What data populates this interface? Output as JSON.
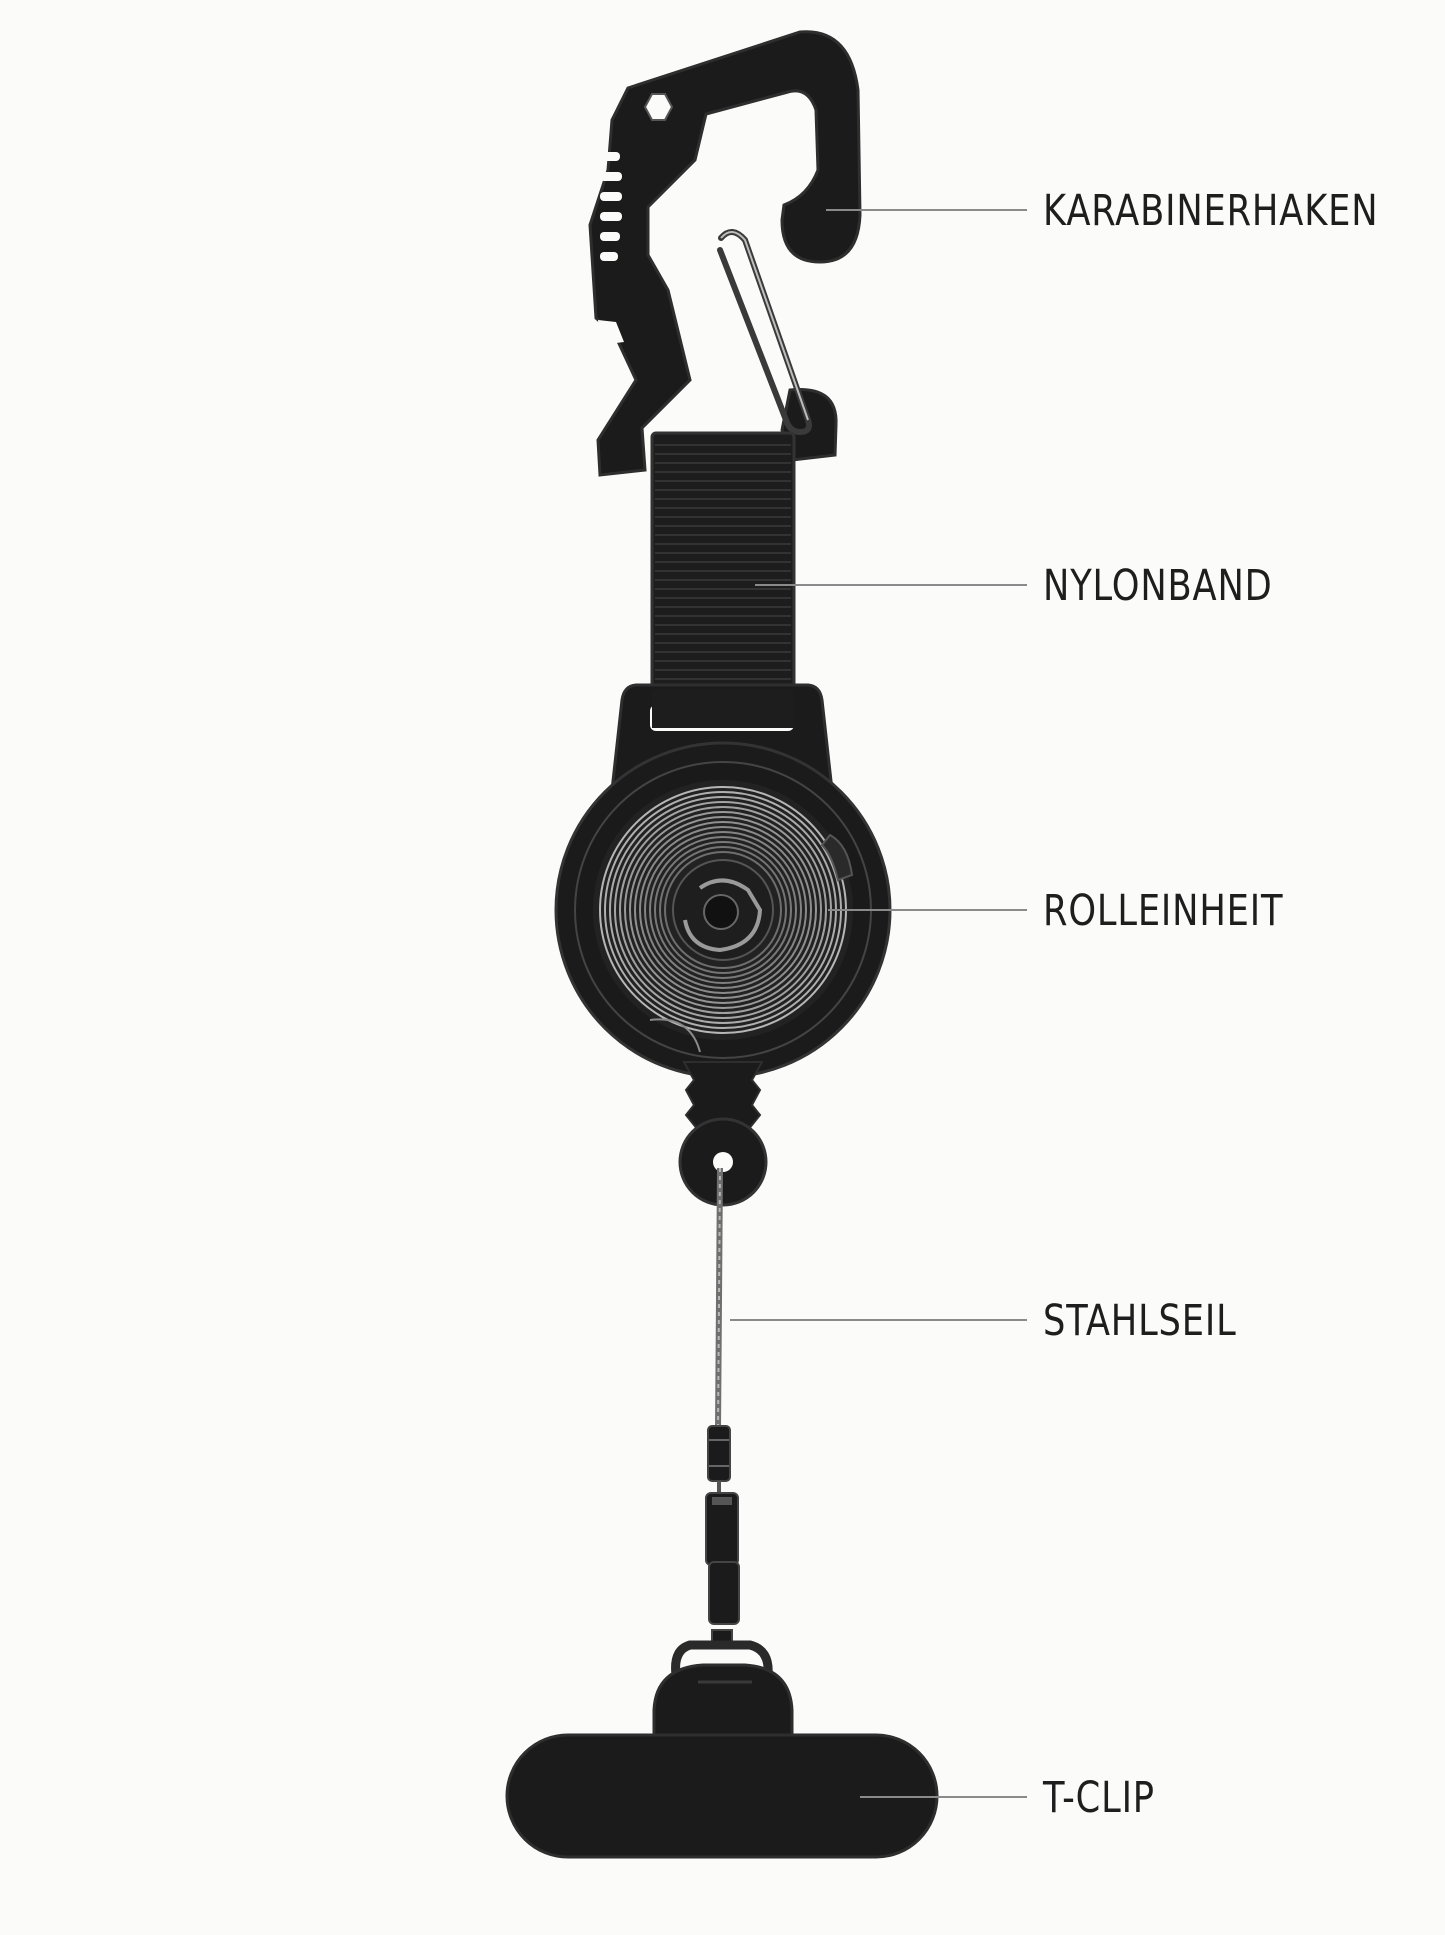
{
  "labels": {
    "karabinerhaken": "KARABINERHAKEN",
    "nylonband": "NYLONBAND",
    "rolleinheit": "ROLLEINHEIT",
    "stahlseil": "STAHLSEIL",
    "t_clip": "T-CLIP"
  },
  "colors": {
    "background": "#fbfbf9",
    "body": "#1b1b1b",
    "outline": "#3a3a3a",
    "steel": "#9a9a9a",
    "leader": "#8a8a8a",
    "text": "#1e1e1e"
  }
}
